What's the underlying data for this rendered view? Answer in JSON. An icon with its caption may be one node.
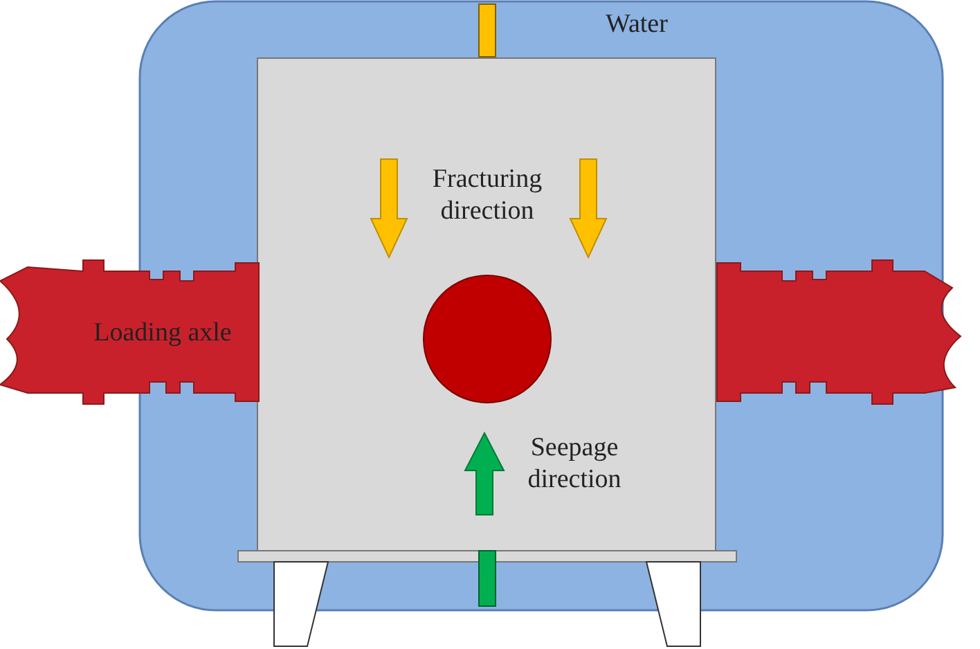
{
  "diagram": {
    "labels": [
      "Water",
      "Fracturing direction",
      "Loading axle",
      "Seepage direction"
    ]
  }
}
